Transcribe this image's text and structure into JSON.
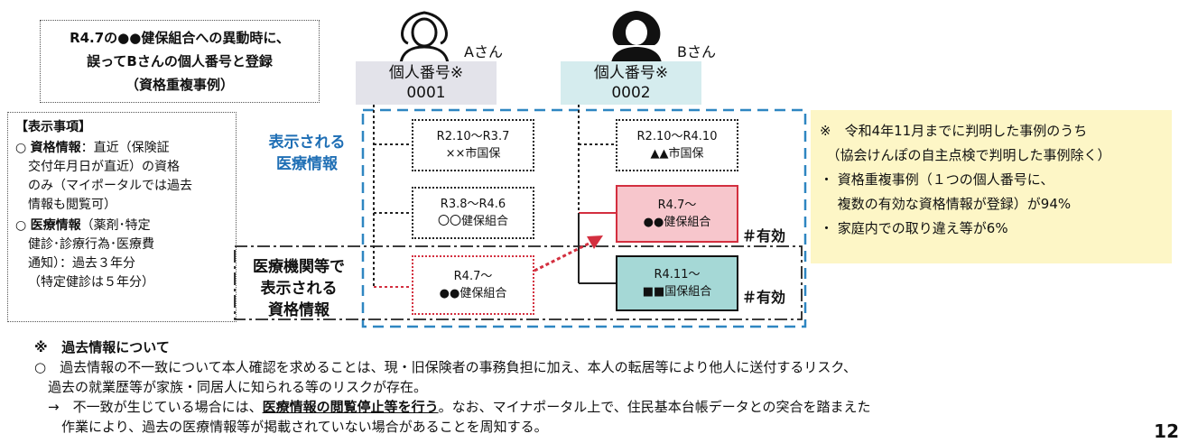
{
  "title_box": {
    "lines": [
      "R4.7の●●健保組合への異動時に、",
      "誤ってBさんの個人番号と登録",
      "（資格重複事例）"
    ]
  },
  "display_items": {
    "heading": "【表示事項】",
    "qualification_bullet": "○",
    "qualification_term": "資格情報",
    "qualification_text": "：直近（保険証",
    "qualification_lines": [
      "交付年月日が直近）の資格",
      "のみ（マイポータルでは過去",
      "情報も閲覧可）"
    ],
    "medical_bullet": "○",
    "medical_term": "医療情報",
    "medical_text": "（薬剤･特定",
    "medical_lines": [
      "健診･診療行為･医療費",
      "通知）：過去３年分",
      "（特定健診は５年分）"
    ]
  },
  "person_a": {
    "label": "Aさん",
    "number_label": "個人番号※",
    "number": "0001",
    "icon": "person-female-outline-icon"
  },
  "person_b": {
    "label": "Bさん",
    "number_label": "個人番号※",
    "number": "0002",
    "icon": "person-female-filled-icon"
  },
  "labels": {
    "displayed_medical": [
      "表示される",
      "医療情報"
    ],
    "institution_displayed": [
      "医療機関等で",
      "表示される",
      "資格情報"
    ]
  },
  "records_a": [
    {
      "period": "R2.10～R3.7",
      "insurer": "××市国保"
    },
    {
      "period": "R3.8～R4.6",
      "insurer": "〇〇健保組合"
    },
    {
      "period": "R4.7～",
      "insurer": "●●健保組合"
    }
  ],
  "records_b": [
    {
      "period": "R2.10～R4.10",
      "insurer": "▲▲市国保"
    },
    {
      "period": "R4.7～",
      "insurer": "●●健保組合"
    },
    {
      "period": "R4.11～",
      "insurer": "■■国保組合"
    }
  ],
  "valid_label_1": "＃有効",
  "valid_label_2": "＃有効",
  "note_box": {
    "lines": [
      "※　令和4年11月までに判明した事例のうち",
      "　（協会けんぽの自主点検で判明した事例除く）",
      "・ 資格重複事例（１つの個人番号に、",
      "　 複数の有効な資格情報が登録）が94%",
      "・ 家庭内での取り違え等が6%"
    ]
  },
  "bottom": {
    "heading_mark": "※",
    "heading": "過去情報について",
    "line1": "○　過去情報の不一致について本人確認を求めることは、現・旧保険者の事務負担に加え、本人の転居等により他人に送付するリスク、",
    "line2": "　過去の就業歴等が家族・同居人に知られる等のリスクが存在。",
    "line3_prefix": "　→　不一致が生じている場合には、",
    "line3_emph": "医療情報の閲覧停止等を行う",
    "line3_suffix": "。なお、マイナポータル上で、住民基本台帳データとの突合を踏まえた",
    "line4": "　　作業により、過去の医療情報等が掲載されていない場合があることを周知する。"
  },
  "page_number": "12",
  "colors": {
    "blue_label": "#1f6fb5",
    "dashed_frame": "#2e86c1",
    "red_record_fill": "#f7c6cc",
    "red_border": "#d32f3f",
    "teal_record_fill": "#a5d8d6",
    "number_box_a": "#e3e3ea",
    "number_box_b": "#d5ecee",
    "note_box_bg": "#fdf6c6"
  }
}
